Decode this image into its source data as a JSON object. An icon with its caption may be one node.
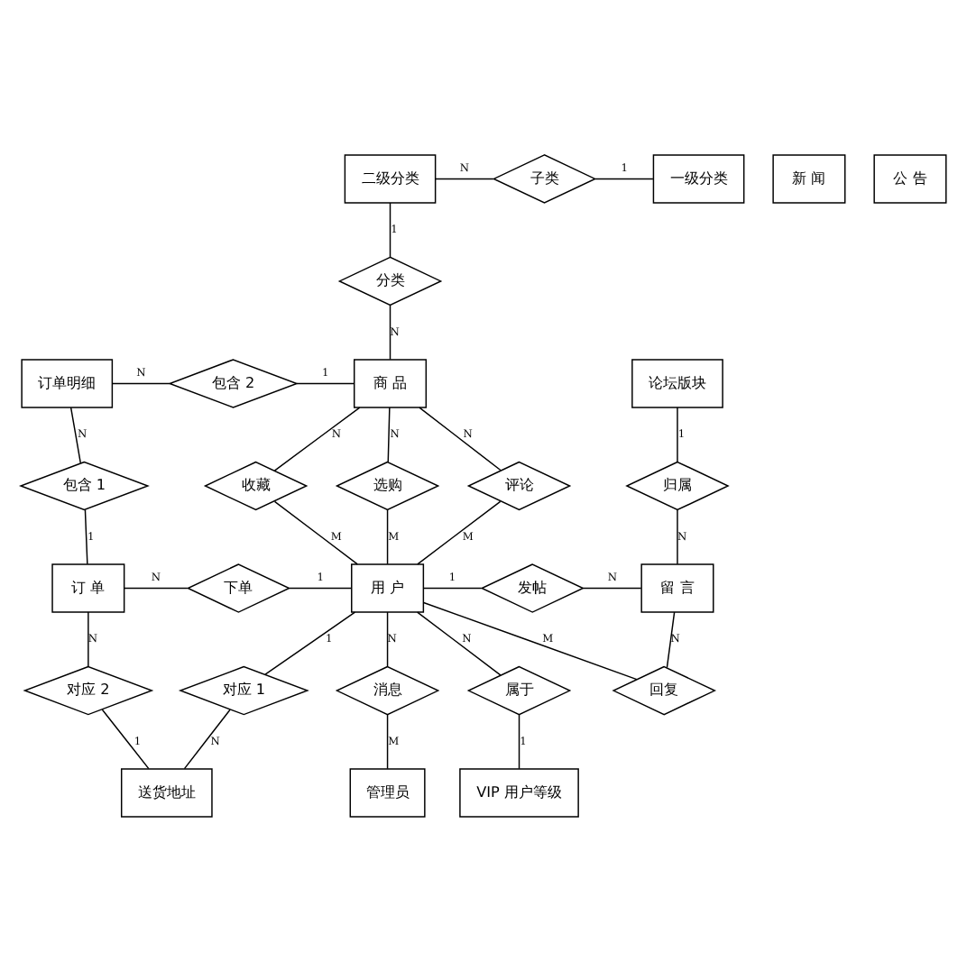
{
  "diagram": {
    "nodes": [
      {
        "text": [
          "二级分类"
        ]
      },
      {
        "text": [
          "子类"
        ]
      },
      {
        "text": [
          "一级分类"
        ]
      },
      {
        "text": [
          "分类"
        ]
      },
      {
        "text": [
          "订单明细"
        ]
      },
      {
        "text": [
          "包含 2"
        ]
      },
      {
        "text": [
          "商 品"
        ]
      },
      {
        "text": [
          "论坛版块"
        ]
      },
      {
        "text": [
          "收藏"
        ]
      },
      {
        "text": [
          "选购"
        ]
      },
      {
        "text": [
          "评论"
        ]
      },
      {
        "text": [
          "包含 1"
        ]
      },
      {
        "text": [
          "归属"
        ]
      },
      {
        "text": [
          "订 单"
        ]
      },
      {
        "text": [
          "下单"
        ]
      },
      {
        "text": [
          "用 户"
        ]
      },
      {
        "text": [
          "发帖"
        ]
      },
      {
        "text": [
          "留 言"
        ]
      },
      {
        "text": [
          "回复"
        ]
      },
      {
        "text": [
          "对应 2"
        ]
      },
      {
        "text": [
          "对应 1"
        ]
      },
      {
        "text": [
          "消息"
        ]
      },
      {
        "text": [
          "属于"
        ]
      },
      {
        "text": [
          "送货地址"
        ]
      },
      {
        "text": [
          "管理员"
        ]
      },
      {
        "text": [
          "VIP 用户等级"
        ]
      },
      {
        "text": [
          "新 闻"
        ]
      },
      {
        "text": [
          "公 告"
        ]
      }
    ],
    "edges": [
      {
        "from": 0,
        "to": 1,
        "arrow": "none",
        "label": "N"
      },
      {
        "from": 1,
        "to": 2,
        "arrow": "none",
        "label": "1"
      },
      {
        "from": 0,
        "to": 3,
        "arrow": "none",
        "label": "1"
      },
      {
        "from": 3,
        "to": 6,
        "arrow": "none",
        "label": "N"
      },
      {
        "from": 4,
        "to": 5,
        "arrow": "none",
        "label": "N"
      },
      {
        "from": 5,
        "to": 6,
        "arrow": "none",
        "label": "1"
      },
      {
        "from": 4,
        "to": 11,
        "arrow": "none",
        "label": "N"
      },
      {
        "from": 11,
        "to": 13,
        "arrow": "none",
        "label": "1"
      },
      {
        "from": 6,
        "to": 8,
        "arrow": "none",
        "label": "N"
      },
      {
        "from": 8,
        "to": 15,
        "arrow": "none",
        "label": "M"
      },
      {
        "from": 6,
        "to": 9,
        "arrow": "none",
        "label": "N"
      },
      {
        "from": 9,
        "to": 15,
        "arrow": "none",
        "label": "M"
      },
      {
        "from": 6,
        "to": 10,
        "arrow": "none",
        "label": "N"
      },
      {
        "from": 10,
        "to": 15,
        "arrow": "none",
        "label": "M"
      },
      {
        "from": 7,
        "to": 12,
        "arrow": "none",
        "label": "1"
      },
      {
        "from": 12,
        "to": 17,
        "arrow": "none",
        "label": "N"
      },
      {
        "from": 13,
        "to": 14,
        "arrow": "none",
        "label": "N"
      },
      {
        "from": 14,
        "to": 15,
        "arrow": "none",
        "label": "1"
      },
      {
        "from": 15,
        "to": 16,
        "arrow": "none",
        "label": "1"
      },
      {
        "from": 16,
        "to": 17,
        "arrow": "none",
        "label": "N"
      },
      {
        "from": 15,
        "to": 18,
        "arrow": "none",
        "label": "M"
      },
      {
        "from": 18,
        "to": 17,
        "arrow": "none",
        "label": "N"
      },
      {
        "from": 13,
        "to": 19,
        "arrow": "none",
        "label": "N"
      },
      {
        "from": 19,
        "to": 23,
        "arrow": "none",
        "label": "1"
      },
      {
        "from": 15,
        "to": 20,
        "arrow": "none",
        "label": "1"
      },
      {
        "from": 20,
        "to": 23,
        "arrow": "none",
        "label": "N"
      },
      {
        "from": 15,
        "to": 21,
        "arrow": "none",
        "label": "N"
      },
      {
        "from": 21,
        "to": 24,
        "arrow": "none",
        "label": "M"
      },
      {
        "from": 15,
        "to": 22,
        "arrow": "none",
        "label": "N"
      },
      {
        "from": 22,
        "to": 25,
        "arrow": "none",
        "label": "1"
      }
    ]
  }
}
